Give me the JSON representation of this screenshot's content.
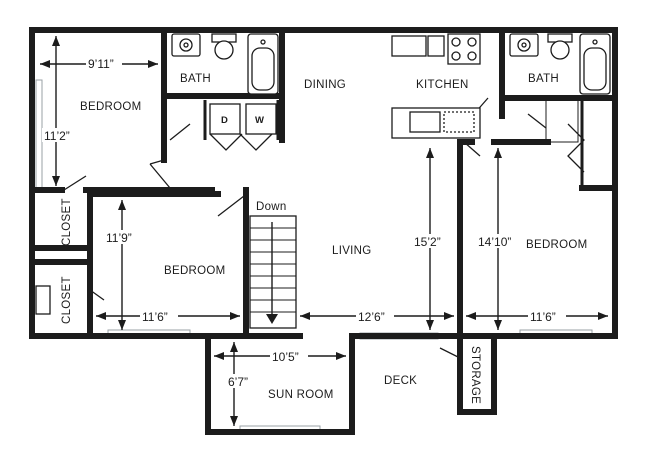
{
  "rooms": {
    "bedroom_left": "BEDROOM",
    "bath_left": "BATH",
    "dining": "DINING",
    "kitchen": "KITCHEN",
    "bath_right": "BATH",
    "closet_top": "CLOSET",
    "closet_bottom": "CLOSET",
    "bedroom_middle": "BEDROOM",
    "living": "LIVING",
    "bedroom_right": "BEDROOM",
    "sun_room": "SUN ROOM",
    "deck": "DECK",
    "storage": "STORAGE",
    "stairs": "Down"
  },
  "appliances": {
    "dryer": "D",
    "washer": "W"
  },
  "dimensions": {
    "bedroom_left_width": "9’11”",
    "bedroom_left_depth": "11’2”",
    "bedroom_middle_depth": "11’9”",
    "bedroom_middle_width": "11’6”",
    "living_depth": "15’2”",
    "living_width": "12’6”",
    "bedroom_right_depth": "14’10”",
    "bedroom_right_width": "11’6”",
    "sun_room_width": "10’5”",
    "sun_room_depth": "6’7”"
  }
}
